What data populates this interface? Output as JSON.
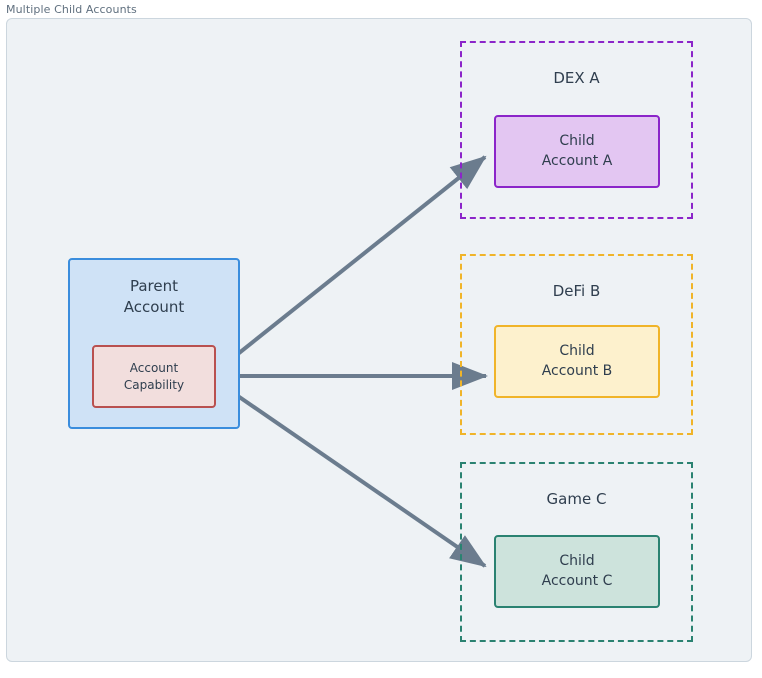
{
  "frame": {
    "label": "Multiple Child Accounts"
  },
  "colors": {
    "canvas_background": "#eef2f5",
    "canvas_border": "#ccd6de",
    "connector": "#6b7c8e",
    "text": "#2f3e4e",
    "label_text": "#60707f",
    "parent_fill": "#cfe2f6",
    "parent_border": "#3a8ddd",
    "capability_fill": "#f2dedd",
    "capability_border": "#b9504f",
    "dex_border": "#8b25c9",
    "child_a_fill": "#e3c6f2",
    "defi_border": "#f0b429",
    "child_b_fill": "#fdf1cd",
    "game_border": "#2a8271",
    "child_c_fill": "#cde3dc"
  },
  "parent": {
    "title": "Parent\nAccount",
    "capability": "Account\nCapability"
  },
  "groups": [
    {
      "id": "dex",
      "title": "DEX A",
      "child": "Child\nAccount A"
    },
    {
      "id": "defi",
      "title": "DeFi B",
      "child": "Child\nAccount B"
    },
    {
      "id": "game",
      "title": "Game C",
      "child": "Child\nAccount C"
    }
  ],
  "connectors": [
    {
      "id": "capability-to-child-a",
      "from": "Account Capability",
      "to": "Child Account A"
    },
    {
      "id": "capability-to-child-b",
      "from": "Account Capability",
      "to": "Child Account B"
    },
    {
      "id": "capability-to-child-c",
      "from": "Account Capability",
      "to": "Child Account C"
    }
  ]
}
